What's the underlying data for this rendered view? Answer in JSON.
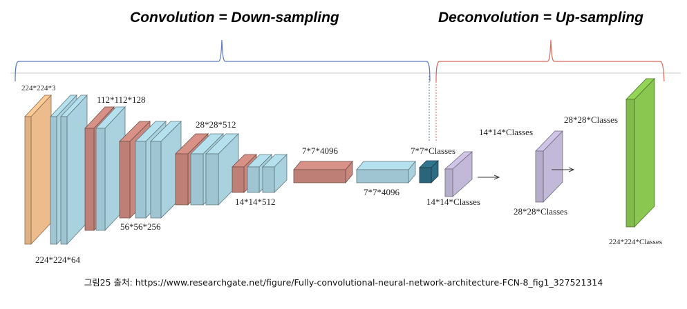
{
  "headings": {
    "convolution": "Convolution = Down-sampling",
    "deconvolution": "Deconvolution = Up-sampling"
  },
  "colors": {
    "input": "#f2c08f",
    "conv": "#acd6e3",
    "pool": "#cd8a80",
    "score": "#2f6e86",
    "upsample": "#c6bcdc",
    "output": "#8ccb52",
    "conv_brace": "#5b79c2",
    "deconv_brace": "#d8675a",
    "separator": "#c8c8c8"
  },
  "layers": [
    {
      "id": "input",
      "type": "input",
      "label": "224*224*3"
    },
    {
      "id": "conv1_1",
      "type": "conv"
    },
    {
      "id": "conv1_2",
      "type": "conv",
      "label": "224*224*64"
    },
    {
      "id": "pool1",
      "type": "pool"
    },
    {
      "id": "conv2",
      "type": "conv",
      "label": "112*112*128"
    },
    {
      "id": "pool2",
      "type": "pool"
    },
    {
      "id": "conv3_1",
      "type": "conv"
    },
    {
      "id": "conv3_2",
      "type": "conv",
      "label": "56*56*256"
    },
    {
      "id": "pool3",
      "type": "pool"
    },
    {
      "id": "conv4_1",
      "type": "conv"
    },
    {
      "id": "conv4_2",
      "type": "conv",
      "label": "28*28*512"
    },
    {
      "id": "pool4",
      "type": "pool"
    },
    {
      "id": "conv5_1",
      "type": "conv"
    },
    {
      "id": "conv5_2",
      "type": "conv",
      "label": "14*14*512"
    },
    {
      "id": "fc6",
      "type": "pool",
      "label": "7*7*4096"
    },
    {
      "id": "fc7",
      "type": "conv",
      "label": "7*7*4096"
    },
    {
      "id": "score",
      "type": "score",
      "label": "7*7*Classes"
    },
    {
      "id": "up1",
      "type": "upsample",
      "label": "14*14*Classes"
    },
    {
      "id": "up2",
      "type": "upsample",
      "label_top": "14*14*Classes",
      "label_bottom": "28*28*Classes"
    },
    {
      "id": "up3_label",
      "type": "label",
      "label": "28*28*Classes"
    },
    {
      "id": "output",
      "type": "output",
      "label": "224*224*Classes"
    }
  ],
  "caption": "그림25 출처: https://www.researchgate.net/figure/Fully-convolutional-neural-network-architecture-FCN-8_fig1_327521314"
}
